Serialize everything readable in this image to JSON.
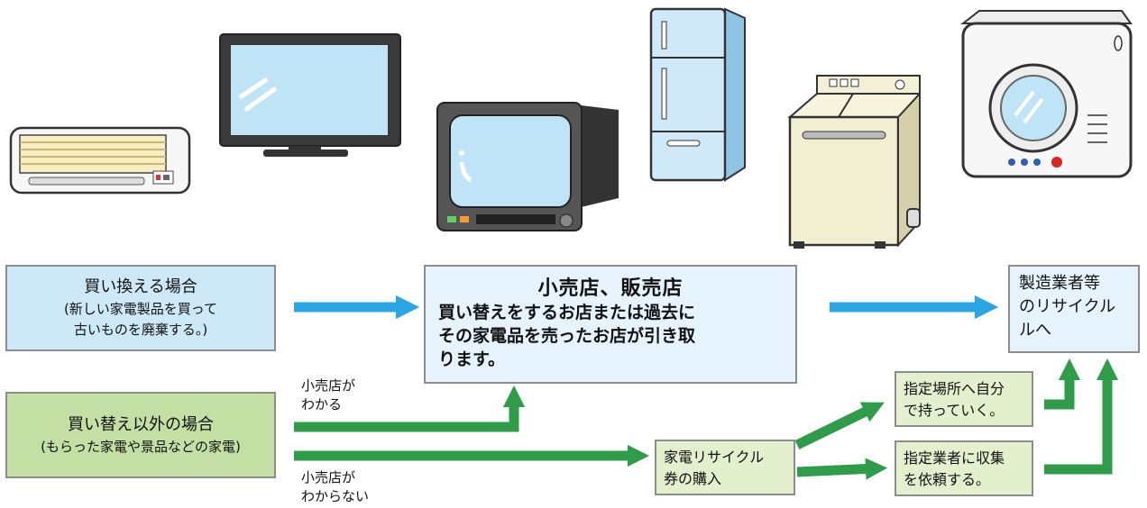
{
  "boxes": {
    "replace": {
      "line1": "買い換える場合",
      "line2": "(新しい家電製品を買って",
      "line3": "古いものを廃棄する。)"
    },
    "other": {
      "line1": "買い替え以外の場合",
      "line2": "(もらった家電や景品などの家電)"
    },
    "retailer": {
      "title": "小売店、販売店",
      "body1": "買い替えをするお店または過去に",
      "body2": "その家電品を売ったお店が引き取",
      "body3": "ります。"
    },
    "manufacturer": {
      "line1": "製造業者等",
      "line2": "のリサイクル",
      "line3": "ルへ"
    },
    "ticket": {
      "line1": "家電リサイクル",
      "line2": "券の購入"
    },
    "self_bring": {
      "line1": "指定場所へ自分",
      "line2": "で持っていく。"
    },
    "collector": {
      "line1": "指定業者に収集",
      "line2": "を依頼する。"
    }
  },
  "labels": {
    "known": {
      "line1": "小売店が",
      "line2": "わかる"
    },
    "unknown": {
      "line1": "小売店が",
      "line2": "わからない"
    }
  },
  "colors": {
    "blue_arrow": "#29a6e3",
    "green_arrow": "#2f9c4a",
    "replace_box": "#cde8f7",
    "other_box": "#c4dfa4"
  },
  "appliances": [
    "air-conditioner-icon",
    "flat-tv-icon",
    "crt-tv-icon",
    "refrigerator-icon",
    "washing-machine-icon",
    "clothes-dryer-icon"
  ]
}
